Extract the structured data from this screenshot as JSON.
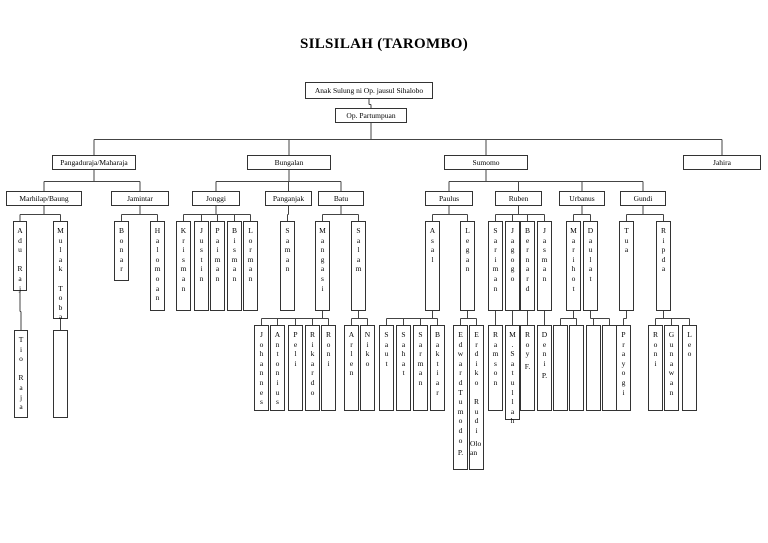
{
  "title": "SILSILAH (TAROMBO)",
  "nodes": [
    {
      "id": "root",
      "label": "Anak Sulung ni Op. jausul Sihalobo"
    },
    {
      "id": "partumpuan",
      "label": "Op. Partumpuan"
    },
    {
      "id": "pangaduraja",
      "label": "Pangaduraja/Maharaja"
    },
    {
      "id": "bungalan",
      "label": "Bungalan"
    },
    {
      "id": "sumomo",
      "label": "Sumomo"
    },
    {
      "id": "jahira",
      "label": "Jahira"
    },
    {
      "id": "marhilap",
      "label": "Marhilap/Baung"
    },
    {
      "id": "jamintar",
      "label": "Jamintar"
    },
    {
      "id": "jonggi",
      "label": "Jonggi"
    },
    {
      "id": "panganjak",
      "label": "Panganjak"
    },
    {
      "id": "batu",
      "label": "Batu"
    },
    {
      "id": "paulus",
      "label": "Paulus"
    },
    {
      "id": "ruben",
      "label": "Ruben"
    },
    {
      "id": "urbanus",
      "label": "Urbanus"
    },
    {
      "id": "gundi",
      "label": "Gundi"
    },
    {
      "id": "adu_raj",
      "label": "Adu Raj"
    },
    {
      "id": "mulak_toba",
      "label": "Mulak Toba"
    },
    {
      "id": "bonar",
      "label": "Bonar"
    },
    {
      "id": "halomoan",
      "label": "Halomoan"
    },
    {
      "id": "krisman",
      "label": "Krisman"
    },
    {
      "id": "justin",
      "label": "Justin"
    },
    {
      "id": "paiman",
      "label": "Paiman"
    },
    {
      "id": "bisman",
      "label": "Bisman"
    },
    {
      "id": "lorman",
      "label": "Lorman"
    },
    {
      "id": "saman",
      "label": "Saman"
    },
    {
      "id": "mangasi",
      "label": "Mangasi"
    },
    {
      "id": "salam",
      "label": "Salam"
    },
    {
      "id": "asal",
      "label": "Asal"
    },
    {
      "id": "legan",
      "label": "Legan"
    },
    {
      "id": "sariman",
      "label": "Sariman"
    },
    {
      "id": "jagogo",
      "label": "Jagogo"
    },
    {
      "id": "bernard",
      "label": "Bernard"
    },
    {
      "id": "jasman",
      "label": "Jasman"
    },
    {
      "id": "marihot",
      "label": "Marihot"
    },
    {
      "id": "daulat",
      "label": "Daulat"
    },
    {
      "id": "tua",
      "label": "Tua"
    },
    {
      "id": "ripda",
      "label": "Ripda"
    },
    {
      "id": "tio_raja",
      "label": "Tio Raja"
    },
    {
      "id": "mulak_child",
      "label": ""
    },
    {
      "id": "johannes",
      "label": "Johannes"
    },
    {
      "id": "antonius",
      "label": "Antonius"
    },
    {
      "id": "peli",
      "label": "Peli"
    },
    {
      "id": "rikardo",
      "label": "Rikardo"
    },
    {
      "id": "roni_a",
      "label": "Roni"
    },
    {
      "id": "arlen",
      "label": "Arlen"
    },
    {
      "id": "niko",
      "label": "Niko"
    },
    {
      "id": "saut",
      "label": "Saut"
    },
    {
      "id": "sahat",
      "label": "Sahat"
    },
    {
      "id": "sarman",
      "label": "Sarman"
    },
    {
      "id": "baktiar",
      "label": "Baktiar"
    },
    {
      "id": "edward",
      "label": "EdwardTumodo",
      "suffix": "P."
    },
    {
      "id": "erdiko",
      "label": "Erdiko Rudi",
      "suffix": "Olo an"
    },
    {
      "id": "ramson",
      "label": "Ramson"
    },
    {
      "id": "m_satullah",
      "label": "M.Satullah"
    },
    {
      "id": "roy",
      "label": "Roy",
      "suffix": "F."
    },
    {
      "id": "deni",
      "label": "Deni",
      "suffix": "P."
    },
    {
      "id": "urb_c1",
      "label": ""
    },
    {
      "id": "urb_c2",
      "label": ""
    },
    {
      "id": "urb_c3",
      "label": ""
    },
    {
      "id": "urb_c4",
      "label": ""
    },
    {
      "id": "prayogi",
      "label": "Prayogi"
    },
    {
      "id": "roni_b",
      "label": "Roni"
    },
    {
      "id": "gunawan",
      "label": "Gunawan"
    },
    {
      "id": "leo",
      "label": "Leo"
    }
  ],
  "edges": [
    [
      "root",
      "partumpuan"
    ],
    [
      "partumpuan",
      "pangaduraja"
    ],
    [
      "partumpuan",
      "bungalan"
    ],
    [
      "partumpuan",
      "sumomo"
    ],
    [
      "partumpuan",
      "jahira"
    ],
    [
      "pangaduraja",
      "marhilap"
    ],
    [
      "pangaduraja",
      "jamintar"
    ],
    [
      "bungalan",
      "jonggi"
    ],
    [
      "bungalan",
      "panganjak"
    ],
    [
      "bungalan",
      "batu"
    ],
    [
      "sumomo",
      "paulus"
    ],
    [
      "sumomo",
      "ruben"
    ],
    [
      "sumomo",
      "urbanus"
    ],
    [
      "sumomo",
      "gundi"
    ],
    [
      "marhilap",
      "adu_raj"
    ],
    [
      "marhilap",
      "mulak_toba"
    ],
    [
      "jamintar",
      "bonar"
    ],
    [
      "jamintar",
      "halomoan"
    ],
    [
      "jonggi",
      "krisman"
    ],
    [
      "jonggi",
      "justin"
    ],
    [
      "jonggi",
      "paiman"
    ],
    [
      "jonggi",
      "bisman"
    ],
    [
      "jonggi",
      "lorman"
    ],
    [
      "panganjak",
      "saman"
    ],
    [
      "batu",
      "mangasi"
    ],
    [
      "batu",
      "salam"
    ],
    [
      "paulus",
      "asal"
    ],
    [
      "paulus",
      "legan"
    ],
    [
      "ruben",
      "sariman"
    ],
    [
      "ruben",
      "jagogo"
    ],
    [
      "ruben",
      "bernard"
    ],
    [
      "ruben",
      "jasman"
    ],
    [
      "urbanus",
      "marihot"
    ],
    [
      "urbanus",
      "daulat"
    ],
    [
      "gundi",
      "tua"
    ],
    [
      "gundi",
      "ripda"
    ],
    [
      "adu_raj",
      "tio_raja"
    ],
    [
      "mulak_toba",
      "mulak_child"
    ],
    [
      "mangasi",
      "johannes"
    ],
    [
      "mangasi",
      "antonius"
    ],
    [
      "mangasi",
      "peli"
    ],
    [
      "mangasi",
      "rikardo"
    ],
    [
      "mangasi",
      "roni_a"
    ],
    [
      "salam",
      "arlen"
    ],
    [
      "salam",
      "niko"
    ],
    [
      "asal",
      "saut"
    ],
    [
      "asal",
      "sahat"
    ],
    [
      "asal",
      "sarman"
    ],
    [
      "asal",
      "baktiar"
    ],
    [
      "legan",
      "edward"
    ],
    [
      "legan",
      "erdiko"
    ],
    [
      "sariman",
      "ramson"
    ],
    [
      "jagogo",
      "m_satullah"
    ],
    [
      "bernard",
      "roy"
    ],
    [
      "jasman",
      "deni"
    ],
    [
      "marihot",
      "urb_c1"
    ],
    [
      "marihot",
      "urb_c2"
    ],
    [
      "daulat",
      "urb_c3"
    ],
    [
      "daulat",
      "urb_c4"
    ],
    [
      "tua",
      "prayogi"
    ],
    [
      "ripda",
      "roni_b"
    ],
    [
      "ripda",
      "gunawan"
    ],
    [
      "ripda",
      "leo"
    ]
  ]
}
